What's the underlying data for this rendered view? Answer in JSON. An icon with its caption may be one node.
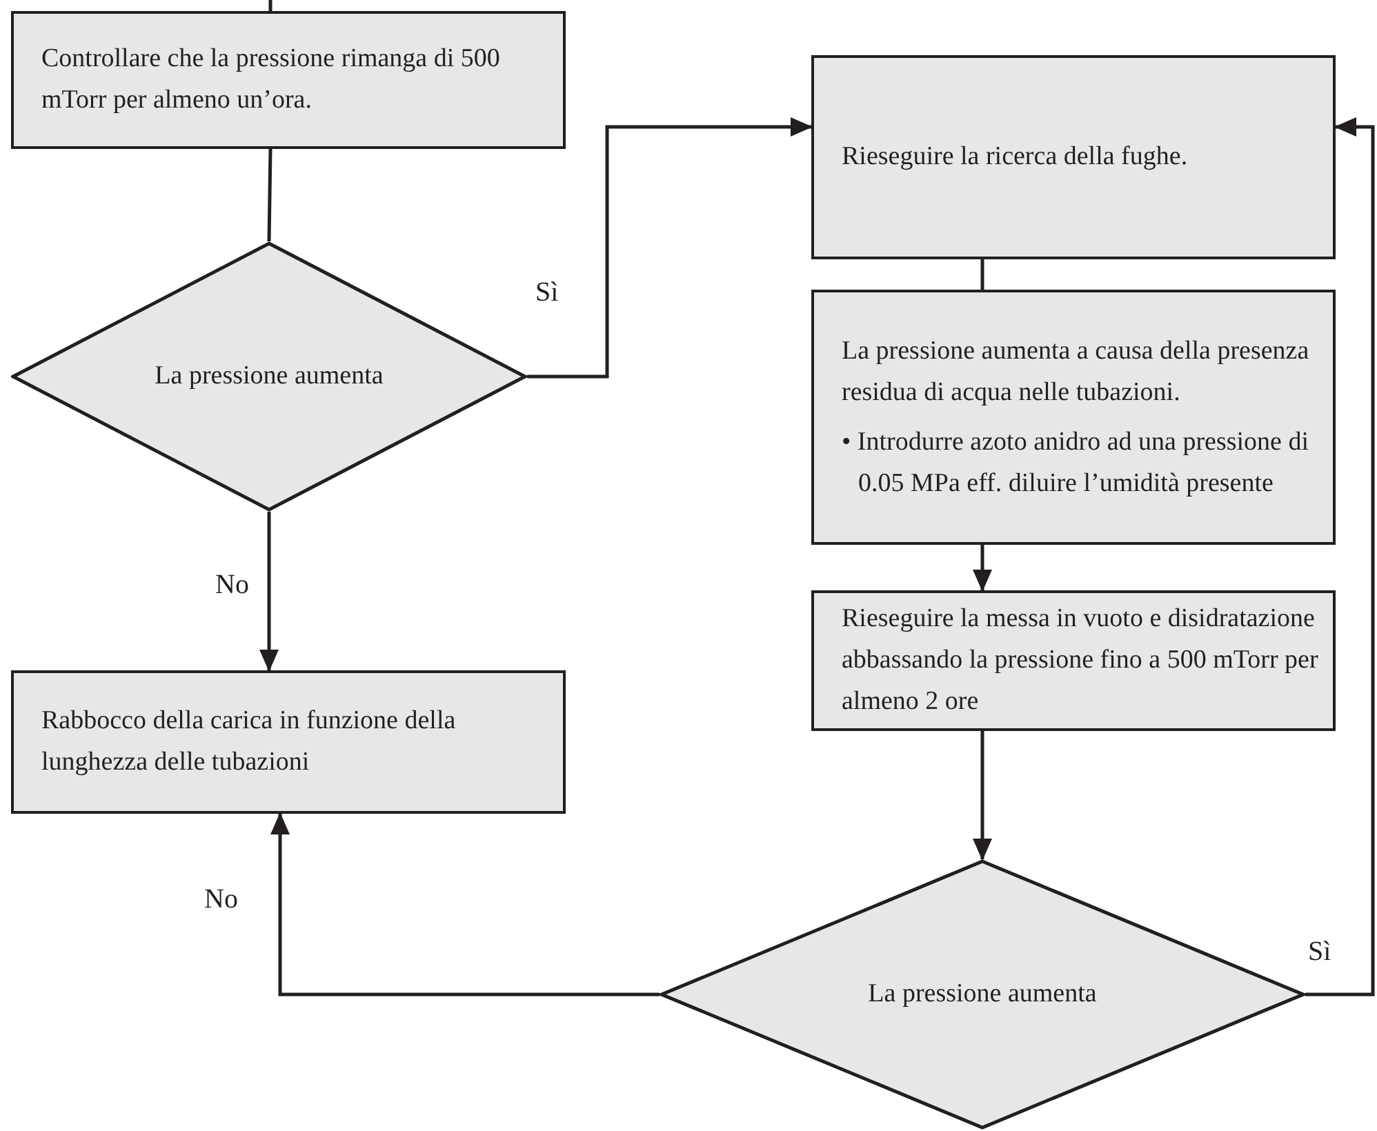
{
  "diagram": {
    "nodes": [
      {
        "text": [
          "Controllare che la pressione rimanga di 500 mTorr per almeno un’ora."
        ]
      },
      {
        "text": [
          "La pressione aumenta"
        ]
      },
      {
        "text": [
          "Rieseguire la ricerca della fughe."
        ]
      },
      {
        "text": [
          "La pressione aumenta a causa della presenza residua di acqua nelle tubazioni.",
          "• Introdurre azoto anidro ad una pressione di 0.05 MPa eff. diluire l’umidità presente"
        ]
      },
      {
        "text": [
          "Rieseguire la messa in vuoto e disidratazione abbassando la pressione fino a 500 mTorr per almeno 2 ore"
        ]
      },
      {
        "text": [
          "Rabbocco della carica in funzione della lunghezza delle tubazioni"
        ]
      },
      {
        "text": [
          "La pressione aumenta"
        ]
      }
    ],
    "edges": [
      {
        "from": null,
        "to": 0,
        "arrow": "none"
      },
      {
        "from": 0,
        "to": 1,
        "arrow": "none"
      },
      {
        "from": 1,
        "to": 2,
        "arrow": "to",
        "label": "Sì"
      },
      {
        "from": 1,
        "to": 5,
        "arrow": "to",
        "label": "No"
      },
      {
        "from": 2,
        "to": 3,
        "arrow": "none"
      },
      {
        "from": 3,
        "to": 4,
        "arrow": "to"
      },
      {
        "from": 4,
        "to": 6,
        "arrow": "to"
      },
      {
        "from": 6,
        "to": 5,
        "arrow": "to",
        "label": "No"
      },
      {
        "from": 6,
        "to": 2,
        "arrow": "to",
        "label": "Sì"
      }
    ]
  }
}
